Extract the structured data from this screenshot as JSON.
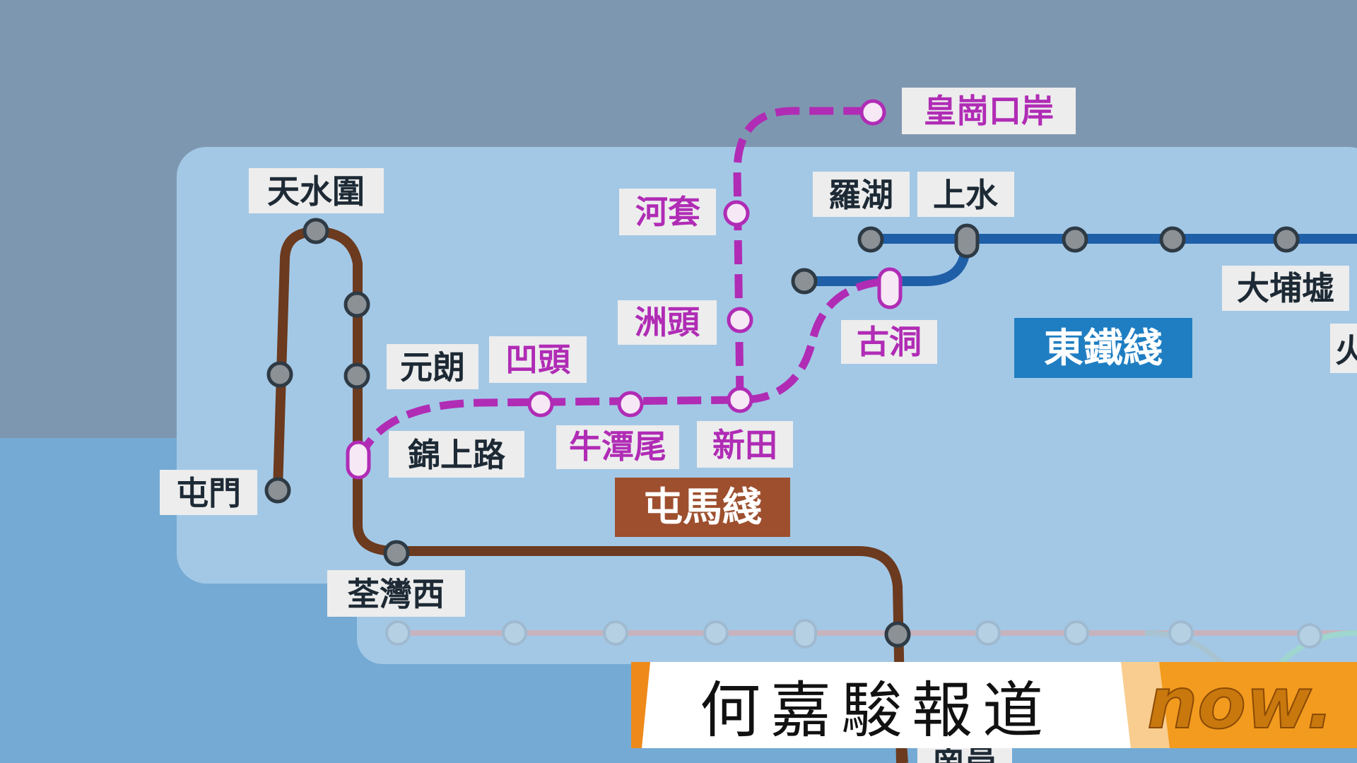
{
  "map": {
    "lines": {
      "tuen_ma": {
        "label": "屯馬綫",
        "color": "#6b3a1f",
        "label_bg": "#9e4f2e"
      },
      "east_rail": {
        "label": "東鐵綫",
        "color": "#1f5fa8",
        "label_bg": "#1f7ec2"
      },
      "northern_link": {
        "color": "#b02cb5"
      }
    },
    "stations": {
      "tin_shui_wai": "天水圍",
      "yuen_long": "元朗",
      "kam_sheung_road": "錦上路",
      "tuen_mun": "屯門",
      "tsuen_wan_west": "荃灣西",
      "au_tau": "凹頭",
      "ngau_tam_mei": "牛潭尾",
      "san_tin": "新田",
      "chau_tau": "洲頭",
      "ho_sheung_heung": "河套",
      "huanggang_port": "皇崗口岸",
      "lo_wu": "羅湖",
      "sheung_shui": "上水",
      "kwu_tung": "古洞",
      "tai_po_market": "大埔墟",
      "partial_right": "火",
      "partial_bottom": "南昌"
    }
  },
  "banner": {
    "reporter": "何嘉駿報道",
    "logo": "now."
  },
  "colors": {
    "sky": "#7e97b0",
    "sea": "#78acd2",
    "land": "#a3c8e6",
    "station_fill": "#8c9196",
    "station_outline": "#2e3a44",
    "new_station_fill": "#f6e9f5"
  }
}
